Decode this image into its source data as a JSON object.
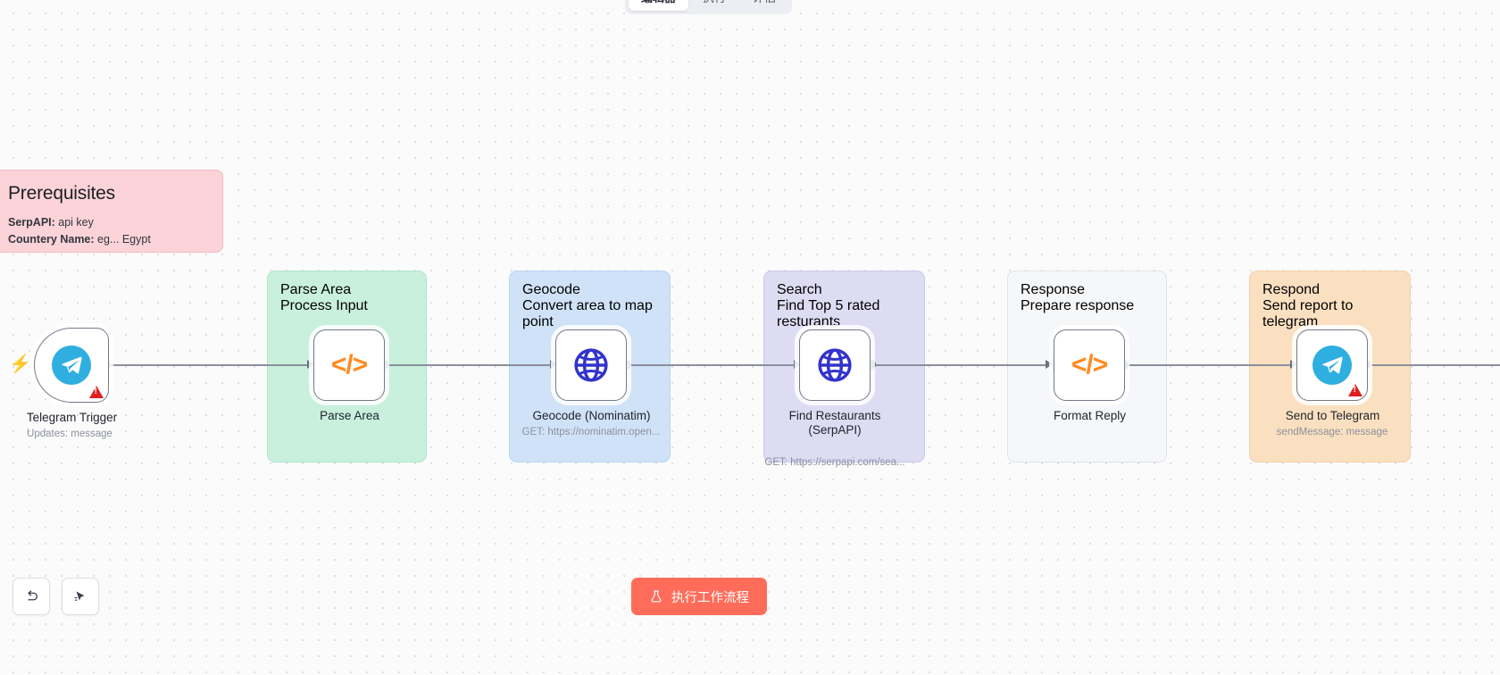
{
  "header": {
    "tabs": [
      {
        "label": "编辑器",
        "active": true
      },
      {
        "label": "执行",
        "active": false
      },
      {
        "label": "评估",
        "active": false
      }
    ]
  },
  "notes": {
    "prerequisites": {
      "title": "Prerequisites",
      "line1_label": "SerpAPI:",
      "line1_value": "api key",
      "line2_label": "Countery Name:",
      "line2_value": "eg... Egypt",
      "color": "#fbd3d8"
    },
    "groups": [
      {
        "title": "Parse Area",
        "subtitle": "Process Input",
        "color": "#c8f0dc"
      },
      {
        "title": "Geocode",
        "subtitle": "Convert area to map point",
        "color": "#cfe2f7"
      },
      {
        "title": "Search",
        "subtitle": "Find Top 5 rated resturants",
        "color": "#dedcf3"
      },
      {
        "title": "Response",
        "subtitle": "Prepare response",
        "color": "#f6f7f9"
      },
      {
        "title": "Respond",
        "subtitle": "Send report to telegram",
        "color": "#fae0c0"
      }
    ]
  },
  "nodes": [
    {
      "name": "Telegram Trigger",
      "subtitle": "Updates: message",
      "icon": "telegram-icon",
      "warning": true
    },
    {
      "name": "Parse Area",
      "subtitle": "",
      "icon": "code-icon",
      "warning": false
    },
    {
      "name": "Geocode (Nominatim)",
      "subtitle": "GET: https://nominatim.open...",
      "icon": "globe-icon",
      "warning": false
    },
    {
      "name": "Find Restaurants (SerpAPI)",
      "subtitle": "GET: https://serpapi.com/sea...",
      "icon": "globe-icon",
      "warning": false
    },
    {
      "name": "Format Reply",
      "subtitle": "",
      "icon": "code-icon",
      "warning": false
    },
    {
      "name": "Send to Telegram",
      "subtitle": "sendMessage: message",
      "icon": "telegram-icon",
      "warning": true
    }
  ],
  "toolbar": {
    "undo_icon": "undo-arrow-icon",
    "tidy_icon": "tidy-pointer-icon",
    "execute_label": "执行工作流程",
    "execute_icon": "flask-icon",
    "execute_color": "#ff6d5a"
  }
}
